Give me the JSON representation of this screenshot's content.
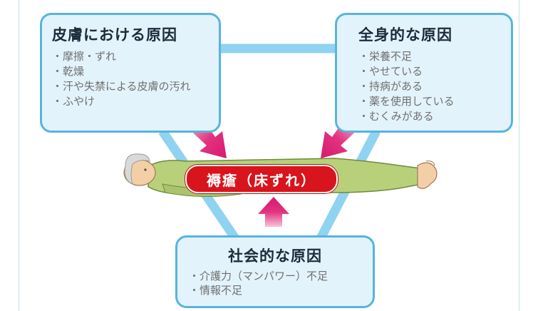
{
  "diagram": {
    "center_label": "褥瘡（床ずれ）",
    "skin_causes": {
      "title": "皮膚における原因",
      "items": [
        "・摩擦・ずれ",
        "・乾燥",
        "・汗や失禁による皮膚の汚れ",
        "・ふやけ"
      ]
    },
    "systemic_causes": {
      "title": "全身的な原因",
      "items": [
        "・栄養不足",
        "・やせている",
        "・持病がある",
        "・薬を使用している",
        "・むくみがある"
      ]
    },
    "social_causes": {
      "title": "社会的な原因",
      "items": [
        "・介護力（マンパワー）不足",
        "・情報不足"
      ]
    }
  },
  "colors": {
    "box_fill": "#e3f3fb",
    "box_border": "#56b4e0",
    "connector": "#8fd3f0",
    "arrow": "#e2327f",
    "center_pill": "#d8141c"
  }
}
